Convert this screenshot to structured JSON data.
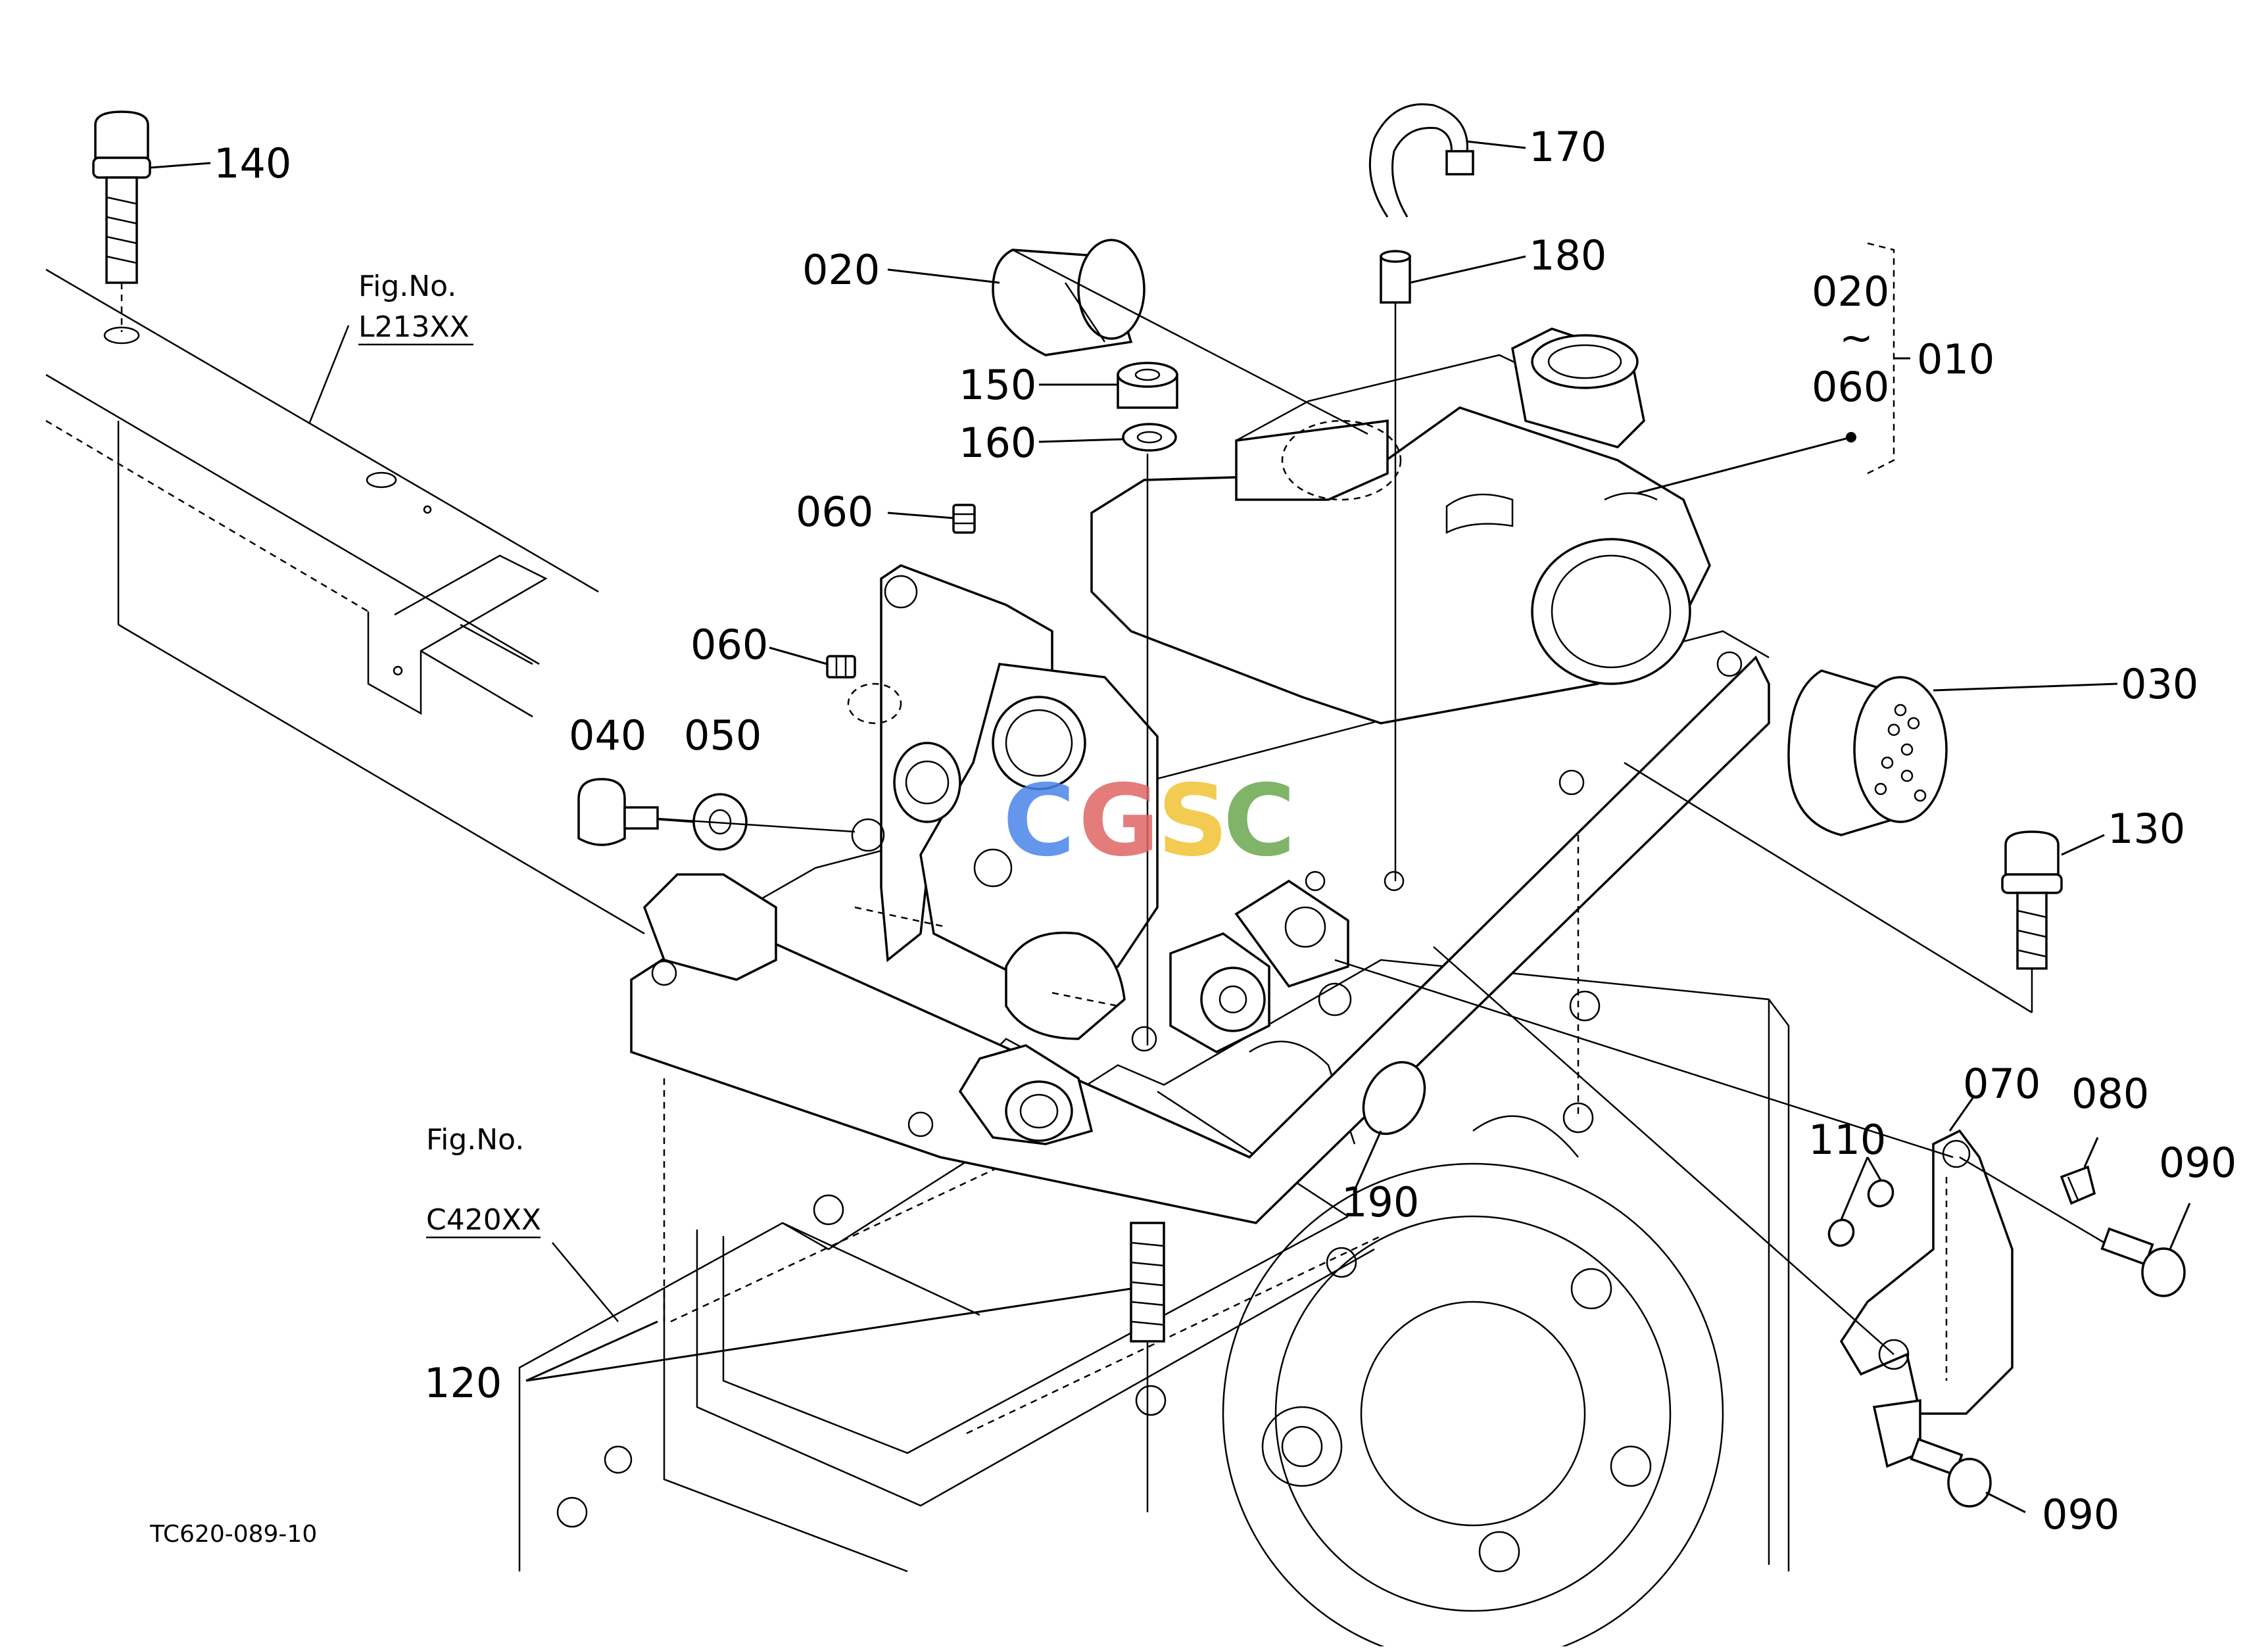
{
  "callouts": {
    "c140": "140",
    "c170": "170",
    "c020a": "020",
    "c180": "180",
    "c150": "150",
    "c160": "160",
    "c060a": "060",
    "c060b": "060",
    "c040": "040",
    "c050": "050",
    "c030": "030",
    "c130": "130",
    "c070": "070",
    "c080": "080",
    "c090a": "090",
    "c110": "110",
    "c190": "190",
    "c120": "120",
    "c090b": "090"
  },
  "bracket": {
    "top": "020",
    "tilde": "~",
    "bottom": "060",
    "assembly": "010"
  },
  "fig_refs": [
    {
      "label": "Fig.No.",
      "number": "L213XX"
    },
    {
      "label": "Fig.No.",
      "number": "C420XX"
    }
  ],
  "doc_id": "TC620-089-10",
  "watermark": {
    "text": "CGSC",
    "letters": [
      "C",
      "G",
      "S",
      "C"
    ],
    "colors": [
      "#4a86e8",
      "#e06666",
      "#f1c232",
      "#6aa84f"
    ]
  }
}
